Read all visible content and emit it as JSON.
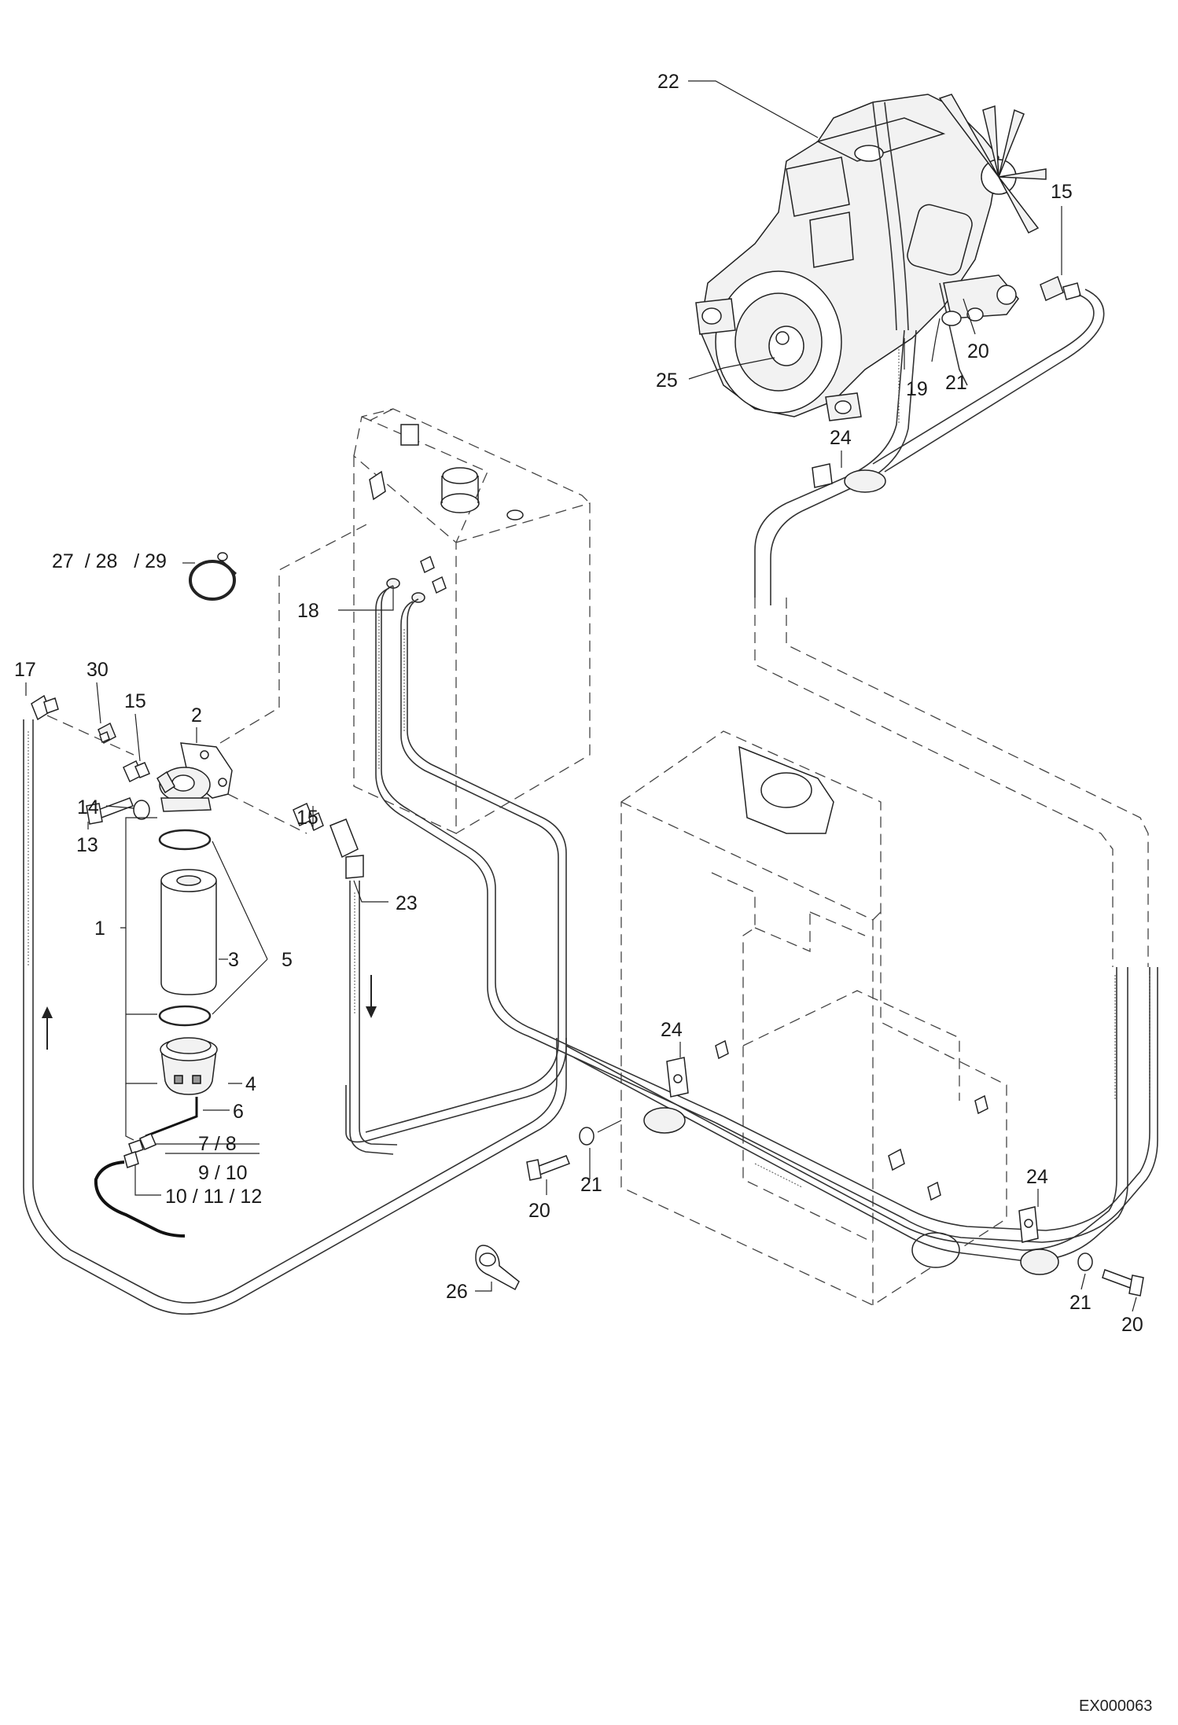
{
  "drawing": {
    "code": "EX000063"
  },
  "callouts": {
    "c22": "22",
    "c15_engine": "15",
    "c20_engine": "20",
    "c21_engine": "21",
    "c19": "19",
    "c25": "25",
    "c24_top": "24",
    "c27_29": "27  / 28   / 29",
    "c18": "18",
    "c17": "17",
    "c30": "30",
    "c15_filter": "15",
    "c2": "2",
    "c14": "14",
    "c13": "13",
    "c15_right": "15",
    "c23": "23",
    "c1": "1",
    "c3": "3",
    "c5": "5",
    "c4": "4",
    "c6": "6",
    "c7_8": "7 / 8",
    "c9_10": "9 / 10",
    "c10_12": "10 / 11 / 12",
    "c24_mid": "24",
    "c20_mid": "20",
    "c21_mid": "21",
    "c24_right": "24",
    "c21_right": "21",
    "c20_right": "20",
    "c26": "26"
  }
}
